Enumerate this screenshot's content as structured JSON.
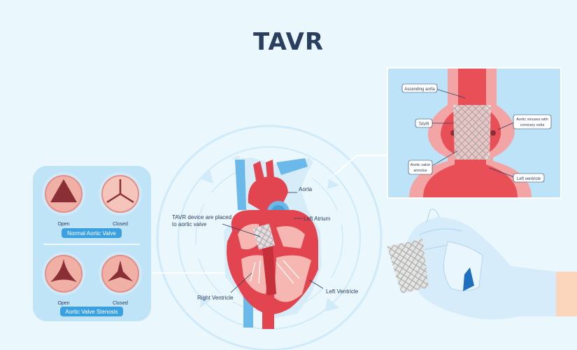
{
  "title": "TAVR",
  "valves": {
    "open1": "Open",
    "closed1": "Closed",
    "normal": "Normal Aortic Valve",
    "open2": "Open",
    "closed2": "Closed",
    "stenosis": "Aortic Valve Stenosis"
  },
  "heart": {
    "aorta": "Aorta",
    "tavr_line1": "TAVR device are placed",
    "tavr_line2": "to aortic valve",
    "left_atrium": "Left Atrium",
    "right_ventricle": "Right Ventricle",
    "left_ventricle": "Left Ventricle"
  },
  "inset": {
    "ascending_aorta": "Ascending aorta",
    "tavr": "TAVR",
    "sinuses_line1": "Aortic sinuses with",
    "sinuses_line2": "coronary ostia",
    "annulus_line1": "Aortic valve",
    "annulus_line2": "annulus",
    "left_ventricle": "Left ventricle"
  },
  "colors": {
    "background": "#eaf7fd",
    "title": "#2a3f5f",
    "panel": "#bfe3f7",
    "tag": "#3aa0e0",
    "heart_red": "#e2454f",
    "vein_blue": "#6ab9ea",
    "glove": "#d6ecfa"
  }
}
